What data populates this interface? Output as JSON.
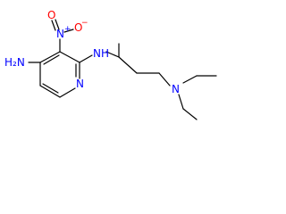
{
  "molecule": {
    "atom_labels": {
      "nitro_o_minus": "O",
      "nitro_minus_sign": "−",
      "nitro_n": "N",
      "nitro_plus_sign": "+",
      "nitro_o": "O",
      "amino_nh2": "H₂N",
      "amine_nh": "NH",
      "ring_n": "N",
      "diethylamino_n": "N"
    },
    "colors": {
      "bond": "#000000",
      "nitro_o": "#ff0000",
      "nitrogen": "#0000ff",
      "background": "#ffffff"
    }
  }
}
